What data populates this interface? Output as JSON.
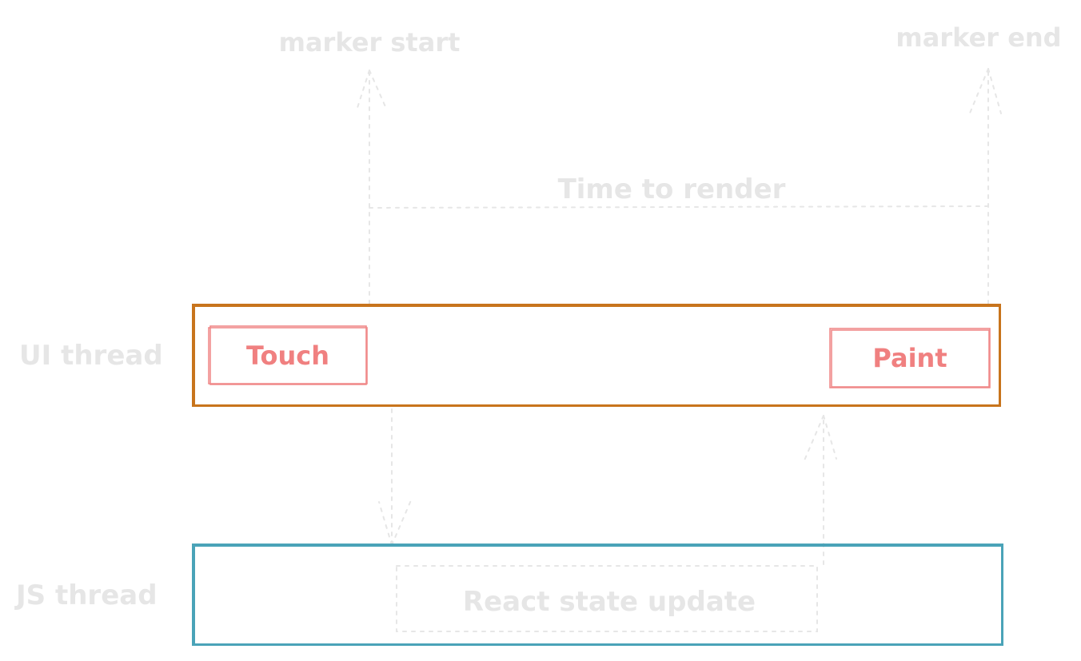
{
  "labels": {
    "marker_start": "marker start",
    "marker_end": "marker end",
    "time_to_render": "Time to render",
    "ui_thread": "UI thread",
    "js_thread": "JS thread",
    "touch": "Touch",
    "paint": "Paint",
    "react_state_update": "React state update"
  },
  "colors": {
    "ui_thread_border": "#c8741c",
    "js_thread_border": "#4aa3b8",
    "event_box": "#f08a8a",
    "event_text": "#f08080",
    "annotation": "#e6e6e6"
  }
}
